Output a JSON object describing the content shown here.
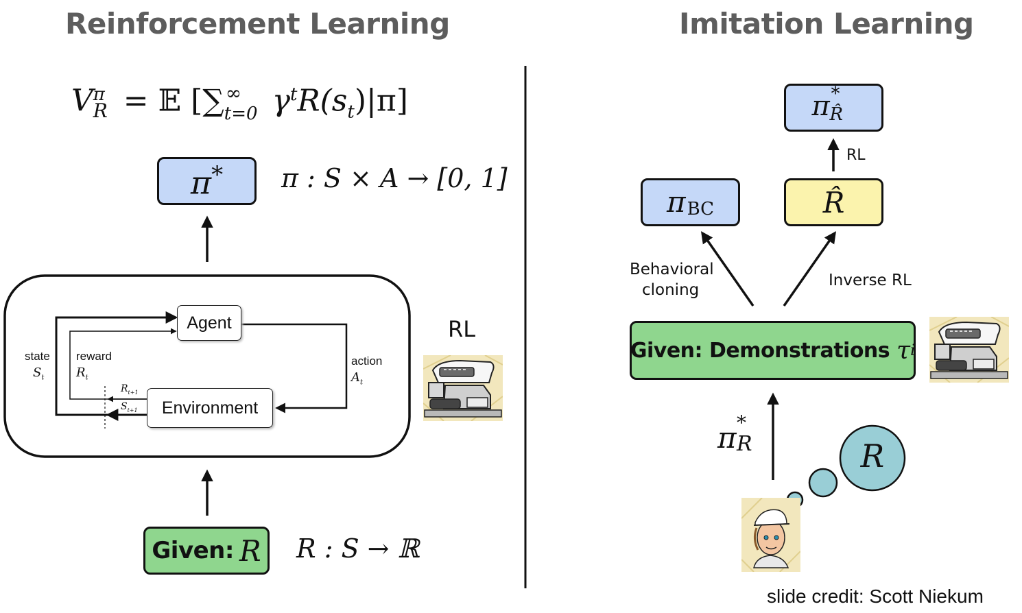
{
  "left": {
    "title": "Reinforcement Learning",
    "value_eq": {
      "lhs_var": "V",
      "lhs_sup": "π",
      "lhs_sub": "R",
      "equals_E": "= 𝔼",
      "sum_open": "[∑",
      "sum_sup": "∞",
      "sum_sub": "t=0",
      "gamma": "γ",
      "gamma_sup": "t",
      "body": "R(s",
      "body_sub": "t",
      "tail": ")|π]"
    },
    "policy_box": {
      "var": "π",
      "sup": "*"
    },
    "policy_def": "π : S × A → [0, 1]",
    "loop": {
      "agent": "Agent",
      "environment": "Environment",
      "state": "state",
      "state_sym": "S",
      "state_sub": "t",
      "reward": "reward",
      "reward_sym": "R",
      "reward_sub": "t",
      "action": "action",
      "action_sym": "A",
      "action_sub": "t",
      "next_reward_sym": "R",
      "next_reward_sub": "t+1",
      "next_state_sym": "S",
      "next_state_sub": "t+1"
    },
    "rl_label": "RL",
    "given": {
      "label": "Given:",
      "var": "R"
    },
    "reward_def": "R : S → ℝ"
  },
  "right": {
    "title": "Imitation Learning",
    "top_box": {
      "var": "π",
      "sup": "*",
      "sub": "R̂"
    },
    "rl_arrow_label": "RL",
    "bc_box": {
      "var": "π",
      "sub": "BC"
    },
    "rhat_box": {
      "var": "R̂"
    },
    "bc_label_1": "Behavioral",
    "bc_label_2": "cloning",
    "irl_label": "Inverse RL",
    "demo_box": {
      "label": "Given: Demonstrations",
      "var": "τ",
      "sub": "i"
    },
    "expert_policy": {
      "var": "π",
      "sup": "*",
      "sub": "R"
    },
    "thought_var": "R"
  },
  "credit": "slide credit: Scott Niekum",
  "colors": {
    "blue_box": "#c5d8f8",
    "green_box": "#8fd68e",
    "yellow_box": "#fbf3ad",
    "thought_bubble": "#99ced6",
    "title_gray": "#5d5d5d"
  }
}
